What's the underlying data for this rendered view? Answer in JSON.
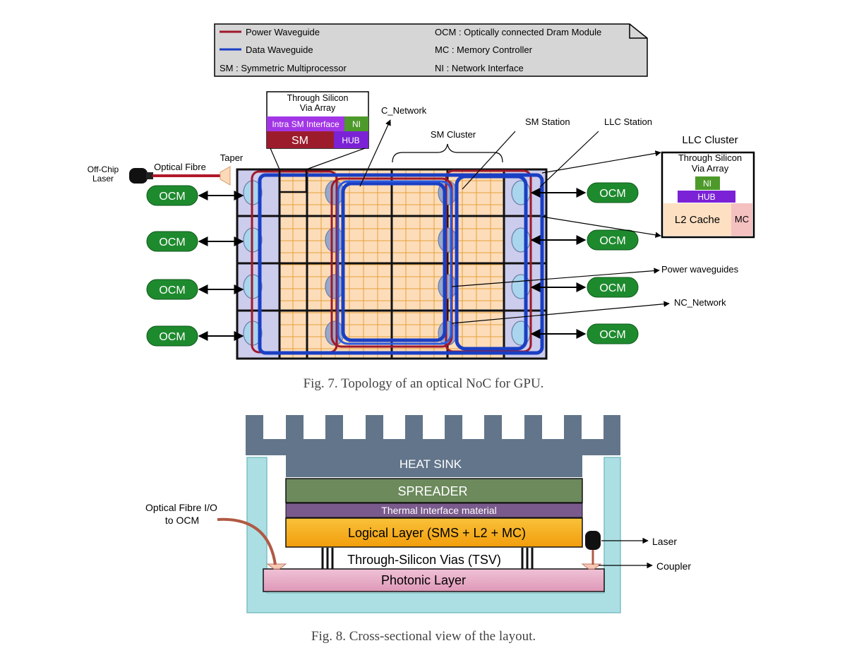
{
  "legend": {
    "power_waveguide": "Power Waveguide",
    "data_waveguide": "Data Waveguide",
    "sm": "SM : Symmetric Multiprocessor",
    "ocm": "OCM : Optically connected Dram Module",
    "mc": "MC : Memory Controller",
    "ni": "NI : Network Interface"
  },
  "fig7": {
    "caption": "Fig. 7.  Topology of an optical NoC for GPU.",
    "offchip_laser": [
      "Off-Chip",
      "Laser"
    ],
    "optical_fibre": "Optical Fibre",
    "taper": "Taper",
    "c_network": "C_Network",
    "sm_cluster": "SM Cluster",
    "sm_station": "SM Station",
    "llc_station": "LLC Station",
    "llc_cluster": "LLC Cluster",
    "power_waveguides": "Power waveguides",
    "nc_network": "NC_Network",
    "sm_box": {
      "tsv": [
        "Through Silicon",
        "Via Array"
      ],
      "intra": "Intra SM Interface",
      "ni": "NI",
      "sm": "SM",
      "hub": "HUB"
    },
    "llc_box": {
      "tsv": [
        "Through Silicon",
        "Via Array"
      ],
      "ni": "NI",
      "hub": "HUB",
      "l2": "L2 Cache",
      "mc": "MC"
    },
    "ocm_left": [
      "OCM",
      "OCM",
      "OCM",
      "OCM"
    ],
    "ocm_right": [
      "OCM",
      "OCM",
      "OCM",
      "OCM"
    ]
  },
  "fig8": {
    "caption": "Fig. 8.  Cross-sectional view of the layout.",
    "heat_sink": "HEAT SINK",
    "spreader": "SPREADER",
    "tim": "Thermal Interface material",
    "logical": "Logical Layer (SMS + L2 + MC)",
    "tsv": "Through-Silicon Vias (TSV)",
    "photonic": "Photonic Layer",
    "fibre_io": [
      "Optical Fibre I/O",
      "to OCM"
    ],
    "laser": "Laser",
    "coupler": "Coupler"
  },
  "colors": {
    "power": "#a0182a",
    "data": "#1a3fc4",
    "ocm": "#1e8a2e",
    "sm_block": "#9c1c2c",
    "hub": "#7b22d6",
    "intra": "#a236e6",
    "ni": "#4d9a2a",
    "heat_sink": "#62758a",
    "spreader": "#6c8a5c",
    "tim": "#7a5a8c",
    "logical": "#f5a816",
    "photonic": "#e7a8c4",
    "package": "#abdfe3"
  }
}
